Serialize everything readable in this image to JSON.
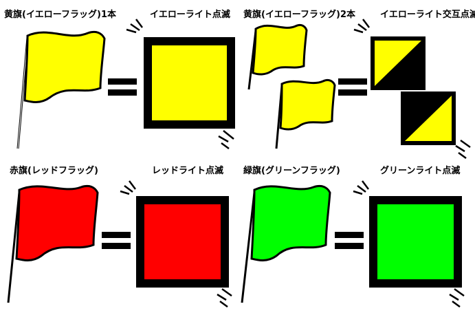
{
  "colors": {
    "yellow": "#ffff00",
    "red": "#ff0000",
    "green": "#00ff00",
    "black": "#000000"
  },
  "panels": [
    {
      "flag_label": "黄旗(イエローフラッグ)1本",
      "light_label": "イエローライト点滅",
      "flag_color": "yellow",
      "flag_count": 1,
      "light_style": "solid-blink"
    },
    {
      "flag_label": "黄旗(イエローフラッグ)2本",
      "light_label": "イエローライト交互点滅",
      "flag_color": "yellow",
      "flag_count": 2,
      "light_style": "alternate-blink"
    },
    {
      "flag_label": "赤旗(レッドフラッグ)",
      "light_label": "レッドライト点滅",
      "flag_color": "red",
      "flag_count": 1,
      "light_style": "solid-blink"
    },
    {
      "flag_label": "緑旗(グリーンフラッグ)",
      "light_label": "グリーンライト点滅",
      "flag_color": "green",
      "flag_count": 1,
      "light_style": "solid-blink"
    }
  ]
}
